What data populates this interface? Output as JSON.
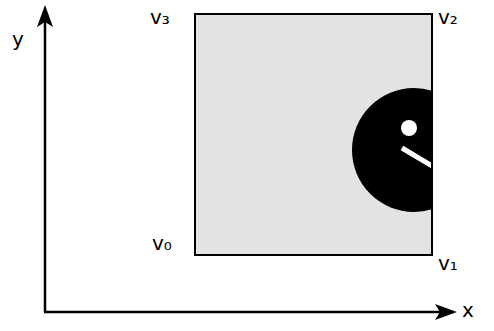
{
  "diagram": {
    "labels": [
      "v₃",
      "v₂",
      "y",
      "v₀",
      "v₁",
      "x"
    ]
  }
}
